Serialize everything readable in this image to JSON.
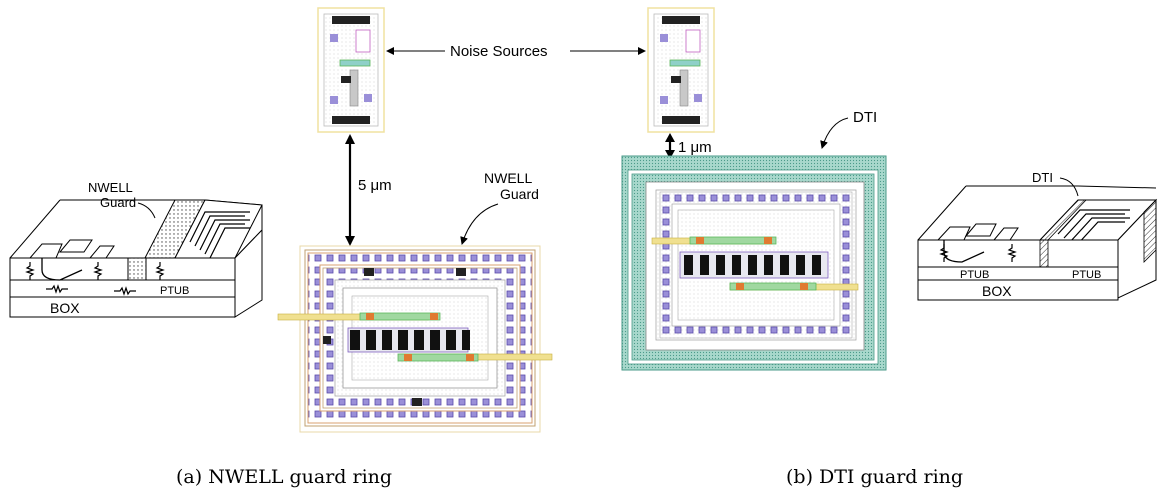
{
  "labels": {
    "noise_sources": "Noise Sources",
    "nwell_guard_line1": "NWELL",
    "nwell_guard_line2": "Guard",
    "nwell_layout_line1": "NWELL",
    "nwell_layout_line2": "Guard",
    "dti_top": "DTI",
    "dti_cross": "DTI",
    "spacing_nwell": "5 μm",
    "spacing_dti": "1 μm",
    "ptub_a": "PTUB",
    "box_a": "BOX",
    "ptub_b1": "PTUB",
    "ptub_b2": "PTUB",
    "box_b": "BOX"
  },
  "captions": {
    "a": "(a) NWELL guard ring",
    "b": "(b) DTI guard ring"
  },
  "colors": {
    "layout_outline": "#b0b0b0",
    "contact_purple": "#6a5acd",
    "nwell_ring": "#d9a070",
    "dti_fill": "#9fd4c8",
    "dti_edge": "#4a9a88",
    "poly_yellow": "#e8d060",
    "poly_green": "#5cb85c",
    "metal_orange": "#e07a30",
    "gate_black": "#111111"
  }
}
